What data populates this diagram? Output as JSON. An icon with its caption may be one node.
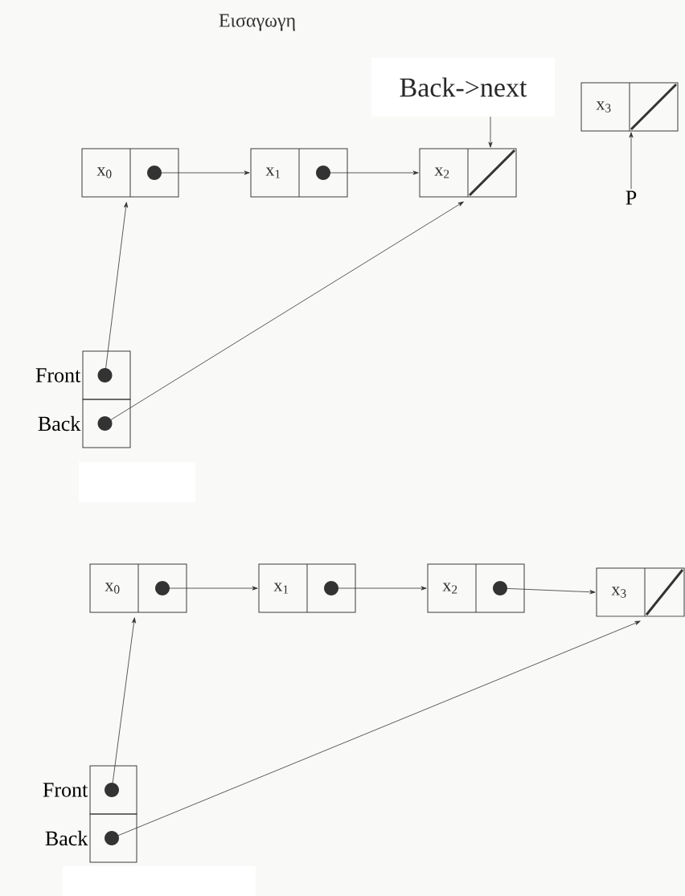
{
  "diagram": {
    "title": "Εισαγωγη",
    "nodes": [
      {
        "text": [
          "x$_{0}$"
        ]
      },
      {
        "text": [
          "x$_{1}$"
        ]
      },
      {
        "text": [
          "x$_{2}$"
        ]
      },
      {
        "text": [
          "x$_{3}$"
        ]
      },
      {
        "text": [
          "Front"
        ]
      },
      {
        "text": [
          "Back"
        ]
      },
      {
        "text": [
          "Back->next"
        ]
      },
      {
        "text": [
          "P"
        ]
      },
      {
        "text": [
          "x$_{0}$"
        ]
      },
      {
        "text": [
          "x$_{1}$"
        ]
      },
      {
        "text": [
          "x$_{2}$"
        ]
      },
      {
        "text": [
          "x$_{3}$"
        ]
      },
      {
        "text": [
          "Front"
        ]
      },
      {
        "text": [
          "Back"
        ]
      }
    ],
    "edges": [
      {
        "from": 0,
        "to": 1,
        "arrow": "to"
      },
      {
        "from": 1,
        "to": 2,
        "arrow": "to"
      },
      {
        "from": 4,
        "to": 0,
        "arrow": "to"
      },
      {
        "from": 5,
        "to": 2,
        "arrow": "to"
      },
      {
        "from": 6,
        "to": 2,
        "arrow": "to"
      },
      {
        "from": 7,
        "to": 3,
        "arrow": "to"
      },
      {
        "from": 8,
        "to": 9,
        "arrow": "to"
      },
      {
        "from": 9,
        "to": 10,
        "arrow": "to"
      },
      {
        "from": 10,
        "to": 11,
        "arrow": "to"
      },
      {
        "from": 12,
        "to": 8,
        "arrow": "to"
      },
      {
        "from": 13,
        "to": 11,
        "arrow": "to"
      }
    ]
  }
}
